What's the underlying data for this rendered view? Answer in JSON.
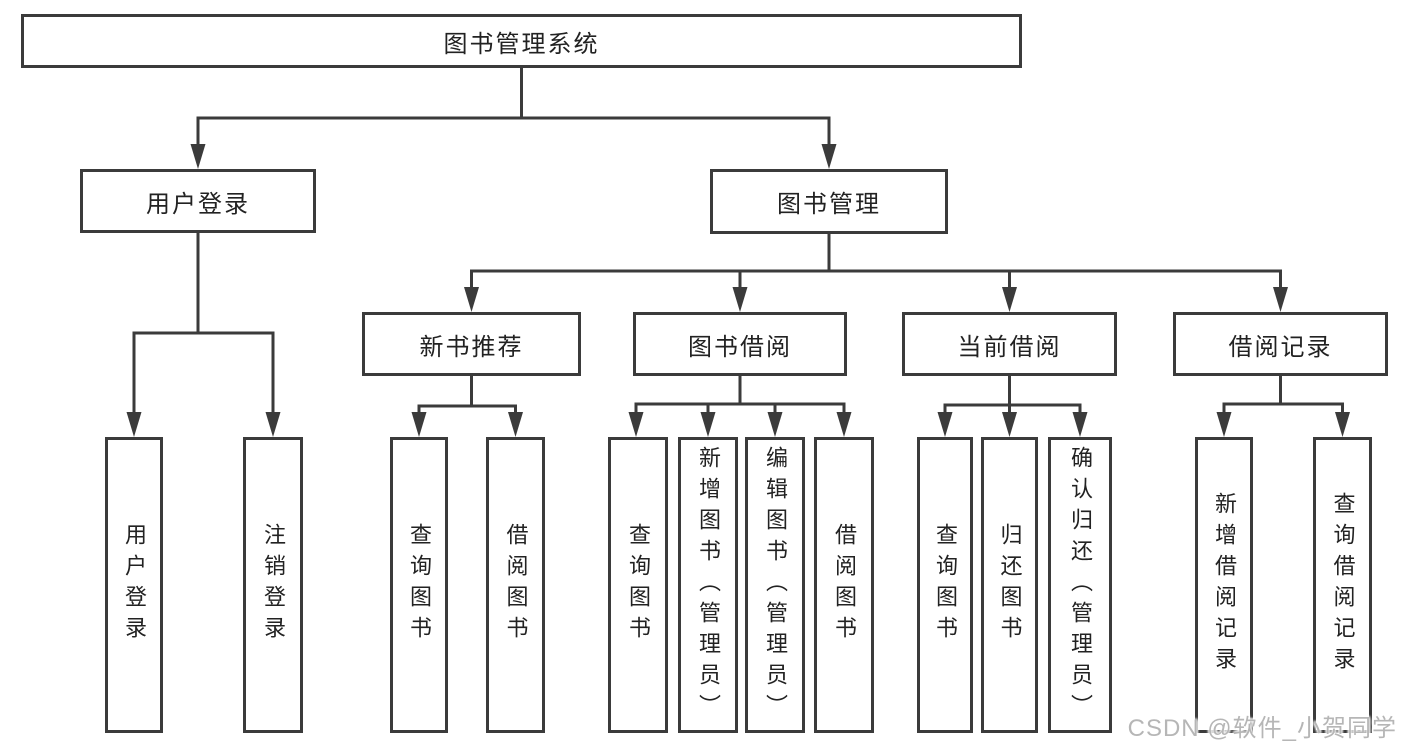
{
  "colors": {
    "line": "#3b3b3b",
    "text": "#222222",
    "watermark": "#b6b6b6"
  },
  "tree": {
    "label": "图书管理系统",
    "children": [
      {
        "label": "用户登录",
        "children": [
          {
            "label": "用户登录"
          },
          {
            "label": "注销登录"
          }
        ]
      },
      {
        "label": "图书管理",
        "children": [
          {
            "label": "新书推荐",
            "children": [
              {
                "label": "查询图书"
              },
              {
                "label": "借阅图书"
              }
            ]
          },
          {
            "label": "图书借阅",
            "children": [
              {
                "label": "查询图书"
              },
              {
                "label": "新增图书（管理员）"
              },
              {
                "label": "编辑图书（管理员）"
              },
              {
                "label": "借阅图书"
              }
            ]
          },
          {
            "label": "当前借阅",
            "children": [
              {
                "label": "查询图书"
              },
              {
                "label": "归还图书"
              },
              {
                "label": "确认归还（管理员）"
              }
            ]
          },
          {
            "label": "借阅记录",
            "children": [
              {
                "label": "新增借阅记录"
              },
              {
                "label": "查询借阅记录"
              }
            ]
          }
        ]
      }
    ]
  },
  "watermark": {
    "text": "CSDN @软件_小贺同学"
  }
}
